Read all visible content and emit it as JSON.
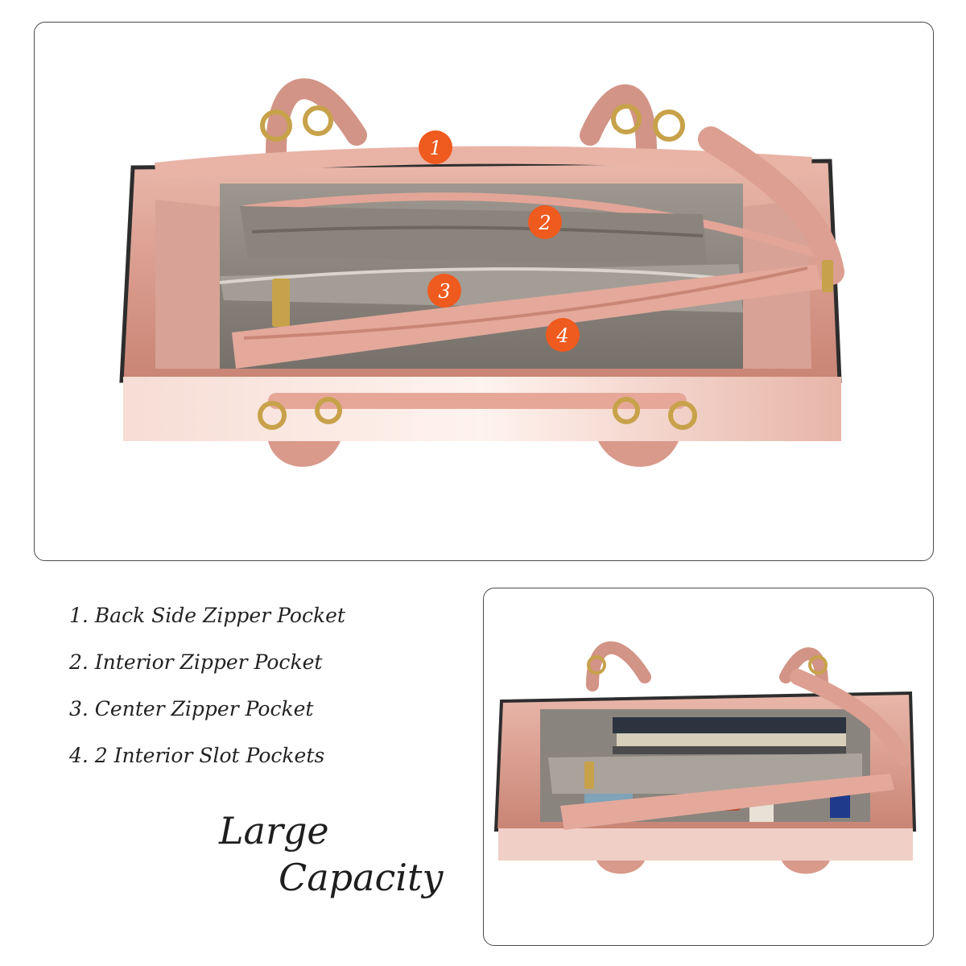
{
  "colors": {
    "accent": "#ef5a1e",
    "leather": "#e2aca0",
    "lining": "#8c867f",
    "hardware": "#c7a24a"
  },
  "badges": [
    "1",
    "2",
    "3",
    "4"
  ],
  "legend": [
    "1. Back Side Zipper Pocket",
    "2. Interior Zipper Pocket",
    "3. Center Zipper Pocket",
    "4. 2 Interior Slot Pockets"
  ],
  "tagline": [
    "Large",
    "Capacity"
  ]
}
